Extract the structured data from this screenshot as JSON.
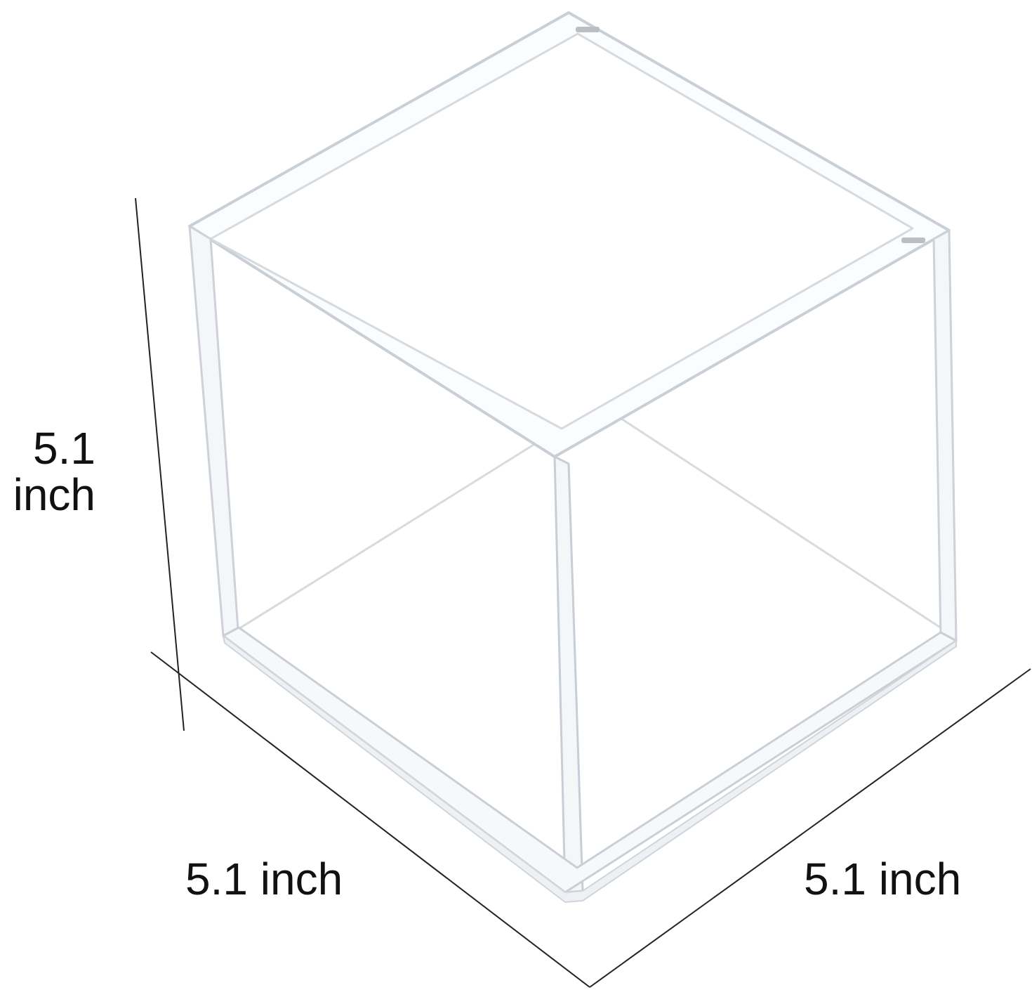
{
  "dimensions": {
    "height_value": "5.1",
    "height_unit": "inch",
    "depth_label": "5.1 inch",
    "width_label": "5.1 inch"
  },
  "colors": {
    "background": "#ffffff",
    "text": "#111111",
    "dimension_line": "#222222",
    "acrylic_edge": "#d6dbe0",
    "acrylic_highlight": "#f4f6f8"
  }
}
